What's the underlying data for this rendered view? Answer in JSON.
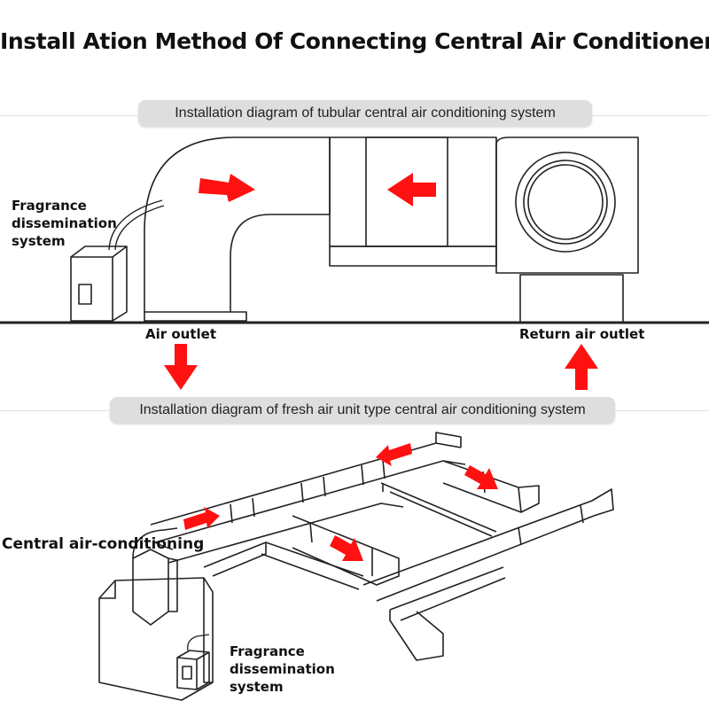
{
  "title": "Install Ation Method Of Connecting Central Air Conditioner",
  "sections": {
    "tubular": "Installation diagram of tubular central air conditioning system",
    "fresh_air": "Installation diagram of fresh air unit type central air conditioning system"
  },
  "labels": {
    "fragrance_top": [
      "Fragrance",
      "dissemination",
      "system"
    ],
    "air_outlet": "Air outlet",
    "return_air_outlet": "Return air outlet",
    "central_ac": "Central air-conditioning",
    "fragrance_bottom": [
      "Fragrance",
      "dissemination",
      "system"
    ]
  },
  "colors": {
    "arrow": "#ff1111",
    "line": "#222222",
    "pill": "#dedede"
  }
}
